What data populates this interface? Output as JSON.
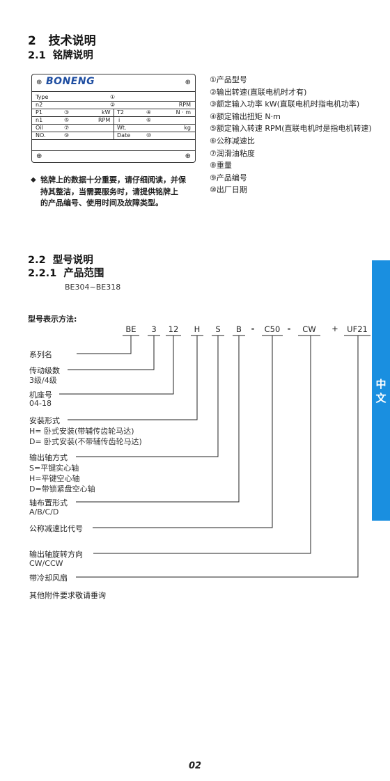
{
  "headings": {
    "h1": "2   技术说明",
    "h2_1": "2.1  铭牌说明",
    "h2_2": "2.2  型号说明",
    "h2_2_1": "2.2.1  产品范围",
    "range": "BE304~BE318",
    "method": "型号表示方法:"
  },
  "nameplate": {
    "brand": "BONENG",
    "screw": "⊕",
    "rows": [
      {
        "c1": "Type",
        "c2": "①",
        "c3": "",
        "c4": "",
        "c5": ""
      },
      {
        "c1": "n2",
        "c2": "②",
        "c3": "",
        "c4": "",
        "c5": "RPM"
      },
      {
        "c1": "P1",
        "c2": "③",
        "c3": "kW",
        "c4": "T2",
        "c5v": "④",
        "c5": "N · m"
      },
      {
        "c1": "n1",
        "c2": "⑤",
        "c3": "RPM",
        "c4": "i",
        "c5v": "⑥",
        "c5": ""
      },
      {
        "c1": "Oil",
        "c2": "⑦",
        "c3": "",
        "c4": "Wt.",
        "c5v": "",
        "c5": "kg"
      },
      {
        "c1": "NO.",
        "c2": "⑨",
        "c3": "",
        "c4": "Date",
        "c5v": "⑩",
        "c5": ""
      }
    ]
  },
  "legend": [
    "①产品型号",
    "②输出转速(直联电机时才有)",
    "③额定输入功率 kW(直联电机时指电机功率)",
    "④额定输出扭矩 N·m",
    "⑤额定输入转速 RPM(直联电机时是指电机转速)",
    "⑥公称减速比",
    "⑦润滑油粘度",
    "⑧重量",
    "⑨产品编号",
    "⑩出厂日期"
  ],
  "note": {
    "bullet": "◆",
    "lines": [
      "铭牌上的数据十分重要，请仔细阅读，并保",
      "持其整洁，当需要服务时，请提供铭牌上",
      "的产品编号、使用时间及故障类型。"
    ]
  },
  "sidetab": {
    "line1": "中",
    "line2": "文"
  },
  "code": {
    "parts": [
      "BE",
      "3",
      "12",
      "H",
      "S",
      "B",
      "C50",
      "CW",
      "UF21"
    ],
    "dash": "-",
    "plus": "+"
  },
  "labels": [
    {
      "title": "系列名",
      "subs": []
    },
    {
      "title": "传动级数",
      "subs": [
        "3级/4级"
      ]
    },
    {
      "title": "机座号",
      "subs": [
        "04-18"
      ]
    },
    {
      "title": "安装形式",
      "subs": [
        "H= 卧式安装(带辅传齿轮马达)",
        "D= 卧式安装(不带辅传齿轮马达)"
      ]
    },
    {
      "title": "输出轴方式",
      "subs": [
        "S=平键实心轴",
        "H=平键空心轴",
        "D=带锁紧盘空心轴"
      ]
    },
    {
      "title": "轴布置形式",
      "subs": [
        "A/B/C/D"
      ]
    },
    {
      "title": "公称减速比代号",
      "subs": []
    },
    {
      "title": "输出轴旋转方向",
      "subs": [
        "CW/CCW"
      ]
    },
    {
      "title": "带冷却风扇",
      "subs": []
    }
  ],
  "other": "其他附件要求敬请垂询",
  "page_number": "02"
}
